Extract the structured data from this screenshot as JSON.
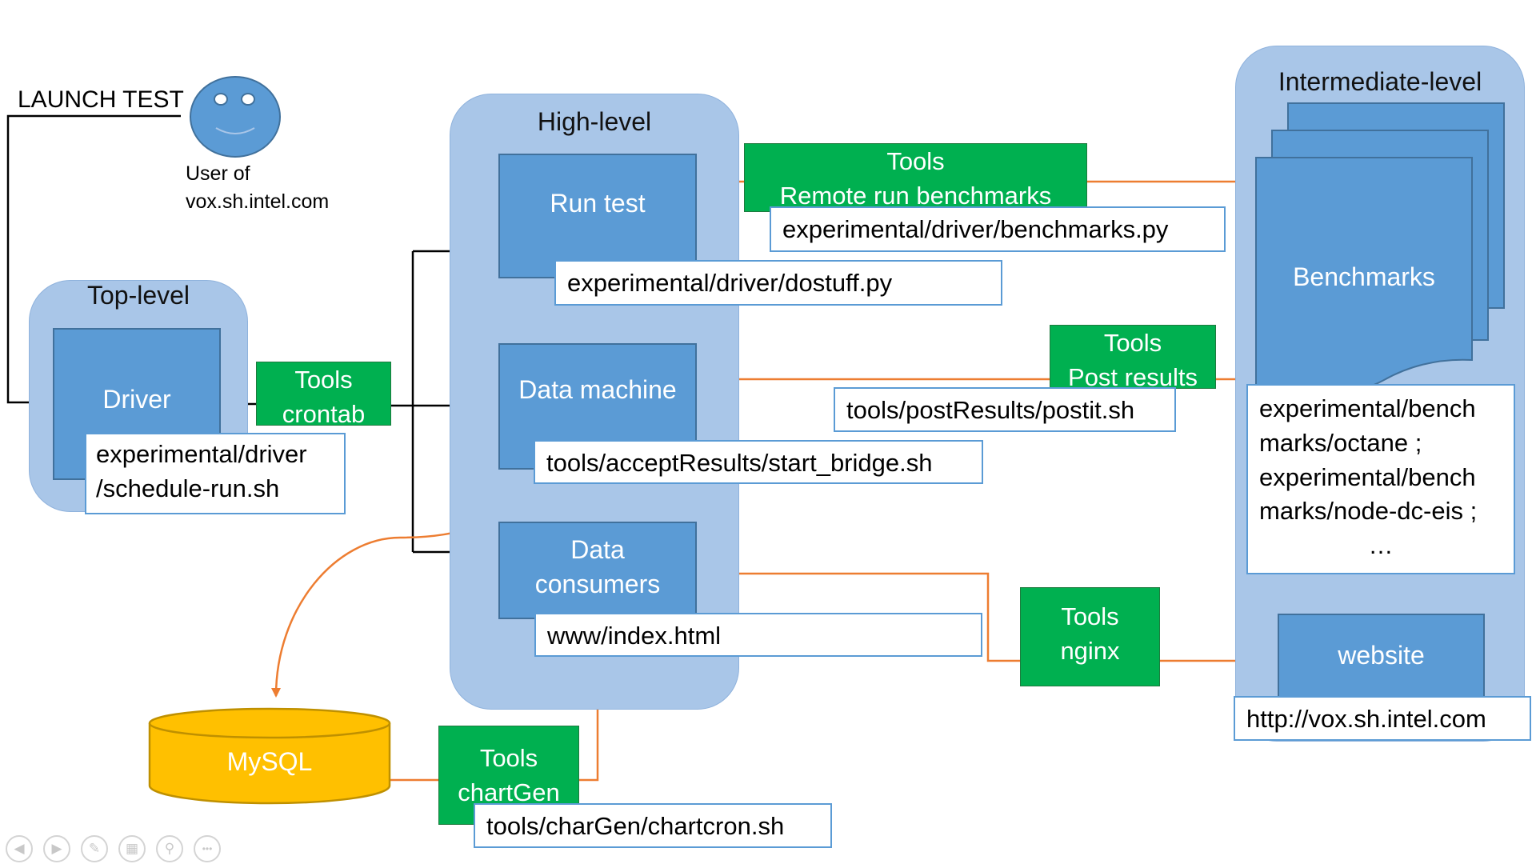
{
  "launch_test": "LAUNCH TEST",
  "user": {
    "line1": "User of",
    "line2": "vox.sh.intel.com"
  },
  "top_level": {
    "title": "Top-level",
    "driver": "Driver",
    "path_line1": "experimental/driver",
    "path_line2": "/schedule-run.sh"
  },
  "crontab_tool": {
    "line1": "Tools",
    "line2": "crontab"
  },
  "high_level": {
    "title": "High-level",
    "run_test": "Run test",
    "run_test_path": "experimental/driver/dostuff.py",
    "data_machine": "Data machine",
    "data_machine_path": "tools/acceptResults/start_bridge.sh",
    "data_consumers_line1": "Data",
    "data_consumers_line2": "consumers",
    "data_consumers_path": "www/index.html"
  },
  "remote_tool": {
    "line1": "Tools",
    "line2": "Remote run benchmarks",
    "path": "experimental/driver/benchmarks.py"
  },
  "post_tool": {
    "line1": "Tools",
    "line2": "Post results",
    "path": "tools/postResults/postit.sh"
  },
  "intermediate_level": {
    "title": "Intermediate-level",
    "benchmarks": "Benchmarks",
    "bench_lines": [
      "experimental/bench",
      "marks/octane ;",
      "experimental/bench",
      "marks/node-dc-eis ;",
      "…"
    ],
    "website": "website",
    "website_url": "http://vox.sh.intel.com"
  },
  "nginx_tool": {
    "line1": "Tools",
    "line2": "nginx"
  },
  "mysql": "MySQL",
  "chartgen_tool": {
    "line1": "Tools",
    "line2": "chartGen",
    "path": "tools/charGen/chartcron.sh"
  },
  "nav_icons": [
    "back-icon",
    "forward-icon",
    "pen-icon",
    "slides-icon",
    "zoom-icon",
    "more-icon"
  ],
  "colors": {
    "arrow_orange": "#ed7d31",
    "tool_green": "#00b050",
    "box_blue": "#5b9bd5",
    "region_blue": "#a9c6e8",
    "mysql_yellow": "#ffc000"
  }
}
